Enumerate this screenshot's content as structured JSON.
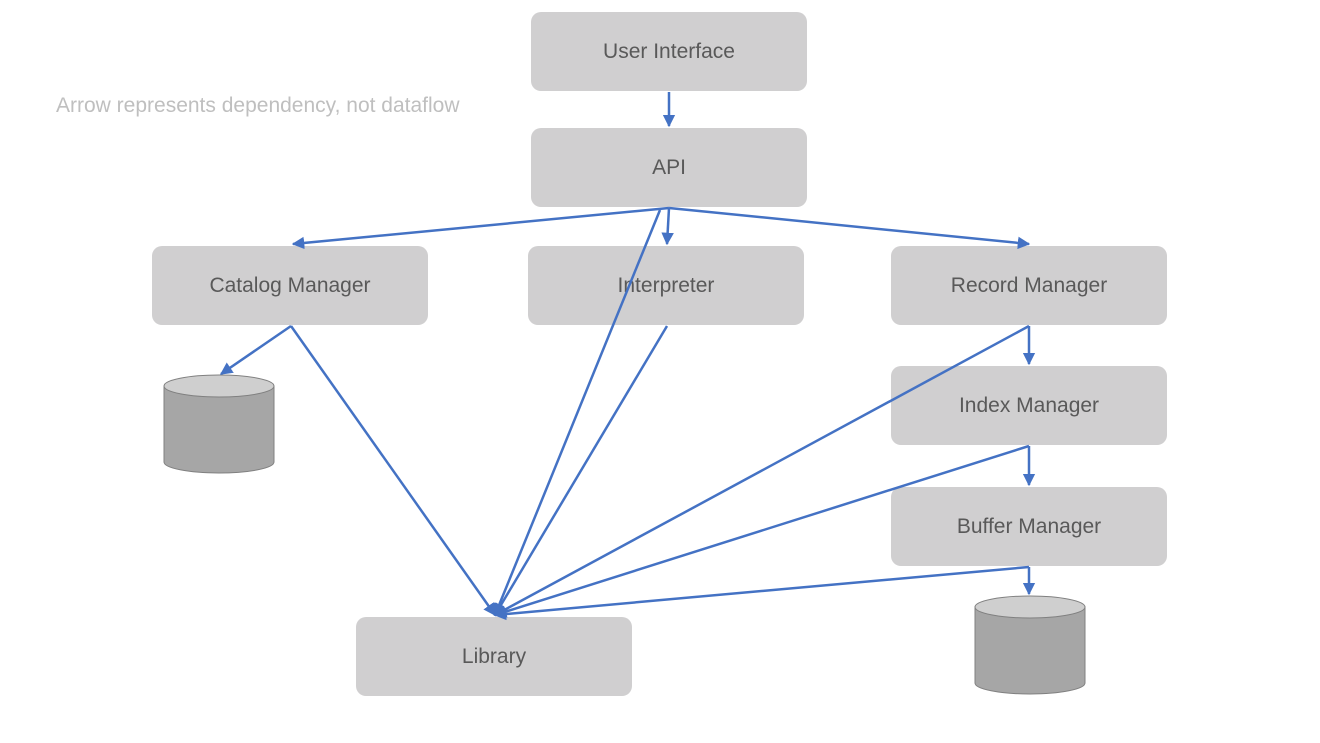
{
  "note": "Arrow represents dependency, not dataflow",
  "nodes": {
    "user_interface": "User Interface",
    "api": "API",
    "catalog_manager": "Catalog Manager",
    "interpreter": "Interpreter",
    "record_manager": "Record Manager",
    "index_manager": "Index Manager",
    "buffer_manager": "Buffer Manager",
    "library": "Library"
  },
  "colors": {
    "arrow": "#4472c4",
    "box_fill": "#d0cfd0",
    "box_text": "#595959",
    "note_text": "#bfbfbf",
    "storage_body": "#a6a6a6",
    "storage_top": "#cfcfcf"
  }
}
